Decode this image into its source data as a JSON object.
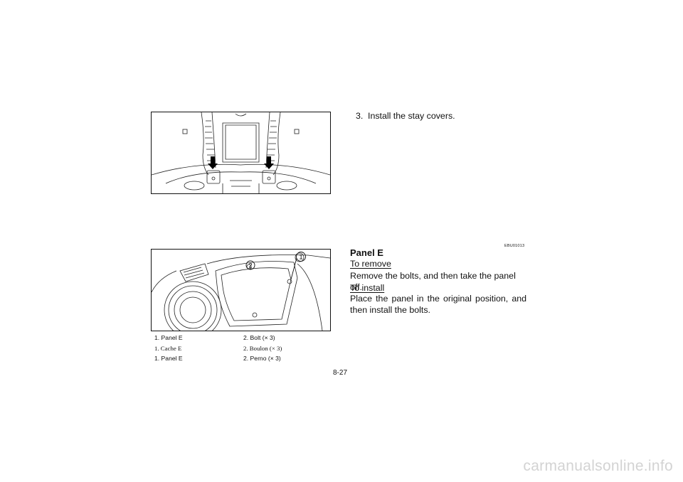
{
  "figure_top": {
    "description_icon": "vehicle-front-stay-covers-illustration",
    "arrow_count": 2
  },
  "step": {
    "number": "3.",
    "text": "Install the stay covers."
  },
  "code": "EBU01013",
  "section": {
    "title": "Panel E",
    "to_remove": "To remove",
    "remove_text": "Remove the bolts, and then take the panel off.",
    "to_install": "To install",
    "install_text": "Place the panel in the original position, and then install the bolts."
  },
  "figure_bottom": {
    "description_icon": "panel-e-bolts-illustration",
    "callout_1": "1",
    "callout_2": "2"
  },
  "captions": [
    {
      "item1": "1.  Panel E",
      "item2": "2.  Bolt (× 3)"
    },
    {
      "item1": "1.  Cache E",
      "item2": "2.  Boulon (× 3)"
    },
    {
      "item1": "1.  Panel E",
      "item2": "2.  Perno (× 3)"
    }
  ],
  "page_number": "8-27",
  "watermark": "carmanualsonline.info"
}
